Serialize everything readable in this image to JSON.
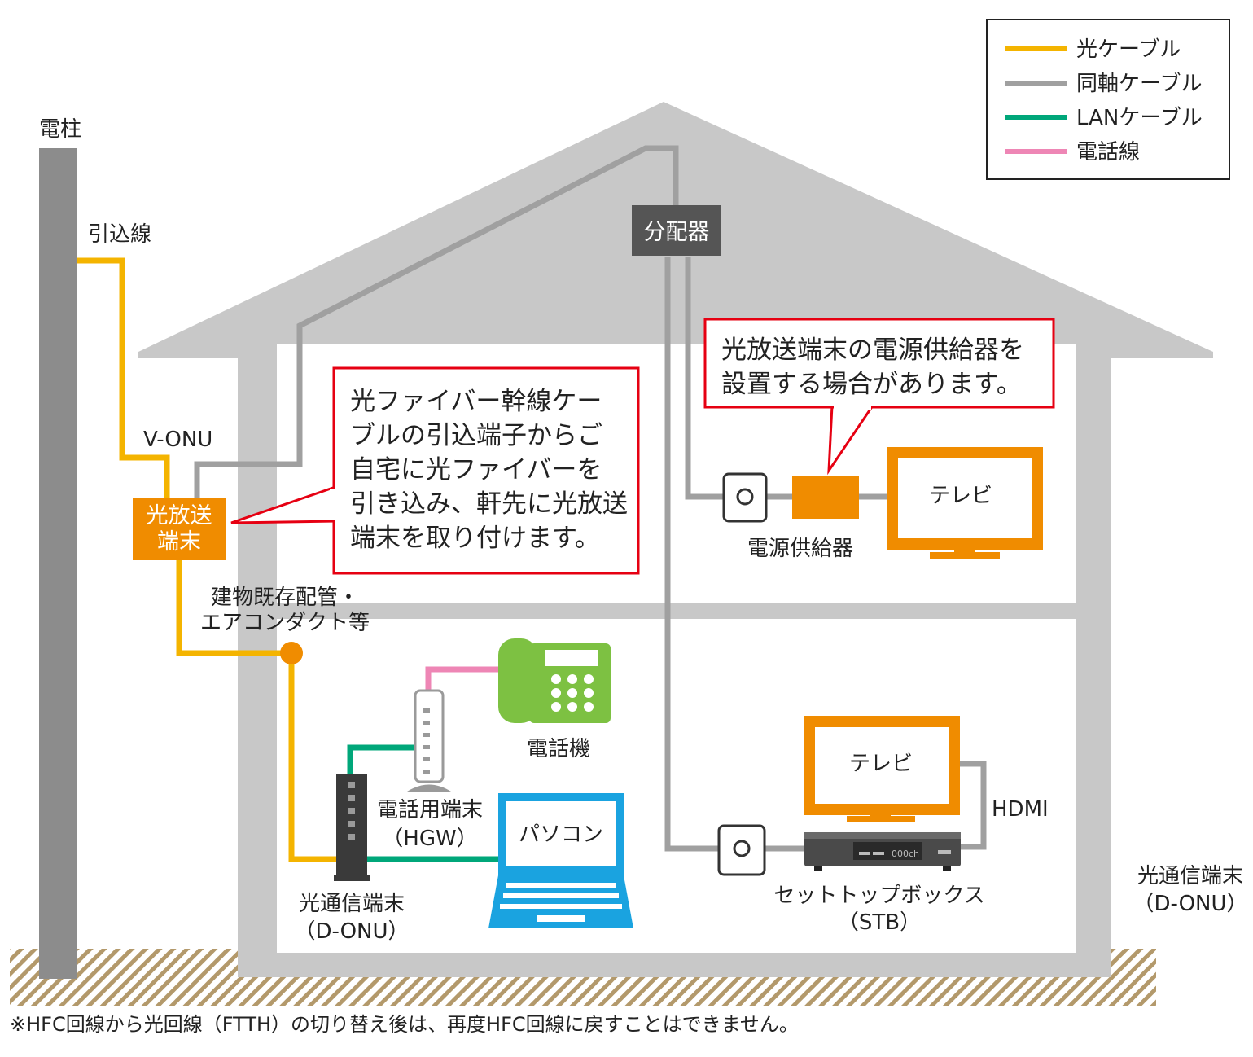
{
  "legend": {
    "items": [
      {
        "label": "光ケーブル",
        "color": "#f4b400"
      },
      {
        "label": "同軸ケーブル",
        "color": "#a0a0a0"
      },
      {
        "label": "LANケーブル",
        "color": "#00a77a"
      },
      {
        "label": "電話線",
        "color": "#ee86b5"
      }
    ]
  },
  "labels": {
    "pole": "電柱",
    "dropcable": "引込線",
    "vonu": "V-ONU",
    "optical_terminal_line1": "光放送",
    "optical_terminal_line2": "端末",
    "splitter": "分配器",
    "existing_pipe_line1": "建物既存配管・",
    "existing_pipe_line2": "エアコンダクト等",
    "power_supply": "電源供給器",
    "tv_upper": "テレビ",
    "tv_lower": "テレビ",
    "phone": "電話機",
    "hgw_line1": "電話用端末",
    "hgw_line2": "（HGW）",
    "pc": "パソコン",
    "donu_line1": "光通信端末",
    "donu_line2": "（D-ONU）",
    "donu_right_line1": "光通信端末",
    "donu_right_line2": "（D-ONU）",
    "stb_line1": "セットトップボックス",
    "stb_line2": "（STB）",
    "stb_display": "000ch",
    "hdmi": "HDMI"
  },
  "callouts": {
    "left": [
      "光ファイバー幹線ケー",
      "ブルの引込端子からご",
      "自宅に光ファイバーを",
      "引き込み、軒先に光放送",
      "端末を取り付けます。"
    ],
    "right": [
      "光放送端末の電源供給器を",
      "設置する場合があります。"
    ]
  },
  "footnote": "※HFC回線から光回線（FTTH）の切り替え後は、再度HFC回線に戻すことはできません。",
  "colors": {
    "house": "#c8c8c8",
    "orange": "#f08c00",
    "green_phone": "#7dc142",
    "blue_pc": "#1aa3e0",
    "callout_border": "#e60012",
    "splitter": "#555555"
  }
}
